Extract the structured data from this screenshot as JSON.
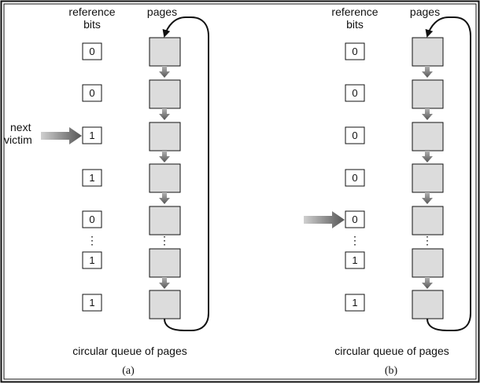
{
  "panels": [
    {
      "headers": {
        "reference_line1": "reference",
        "reference_line2": "bits",
        "pages": "pages"
      },
      "bits": [
        "0",
        "0",
        "1",
        "1",
        "0",
        "1",
        "1"
      ],
      "ellipsis": "⋮",
      "pointer_label_line1": "next",
      "pointer_label_line2": "victim",
      "pointer_row": 2,
      "caption": "circular queue of pages",
      "sublabel": "(a)"
    },
    {
      "headers": {
        "reference_line1": "reference",
        "reference_line2": "bits",
        "pages": "pages"
      },
      "bits": [
        "0",
        "0",
        "0",
        "0",
        "0",
        "1",
        "1"
      ],
      "ellipsis": "⋮",
      "pointer_label_line1": "",
      "pointer_label_line2": "",
      "pointer_row": 4,
      "caption": "circular queue of pages",
      "sublabel": "(b)"
    }
  ],
  "colors": {
    "page_fill": "#dcdcdc",
    "arrow": "#777777",
    "frame": "#111111"
  }
}
